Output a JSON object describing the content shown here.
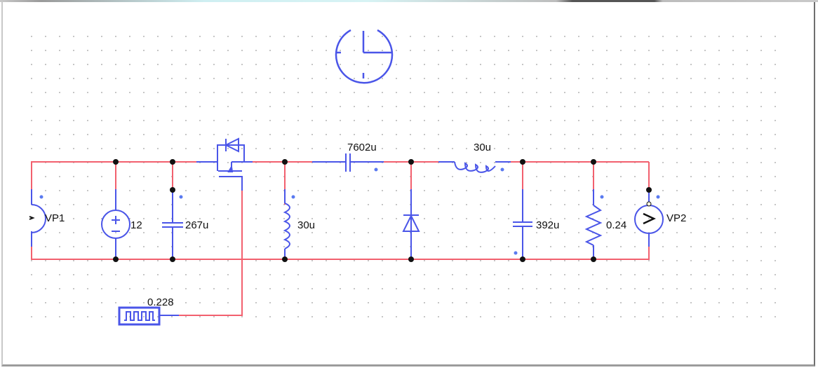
{
  "window": {
    "title": ""
  },
  "colors": {
    "wire": "#f2606e",
    "component": "#4a55e8",
    "node": "#111111",
    "grid_dot": "#9a9a9a",
    "polarity_dot": "#5a7af0"
  },
  "clock": {
    "icon": "clock-icon"
  },
  "components": {
    "vp1": {
      "type": "voltmeter",
      "label": "VP1"
    },
    "vdc": {
      "type": "dc-voltage-source",
      "value": "12",
      "symbol": "±"
    },
    "c_in": {
      "type": "capacitor",
      "value": "267u"
    },
    "mosfet": {
      "type": "mosfet-with-body-diode"
    },
    "l1": {
      "type": "inductor",
      "value": "30u"
    },
    "c_series": {
      "type": "capacitor",
      "value": "7602u"
    },
    "diode": {
      "type": "diode"
    },
    "l2": {
      "type": "inductor",
      "value": "30u"
    },
    "c_out": {
      "type": "capacitor",
      "value": "392u"
    },
    "r_load": {
      "type": "resistor",
      "value": "0.24"
    },
    "vp2": {
      "type": "voltmeter",
      "label": "VP2"
    },
    "gate": {
      "type": "pulse-source",
      "value": "0.228"
    }
  }
}
